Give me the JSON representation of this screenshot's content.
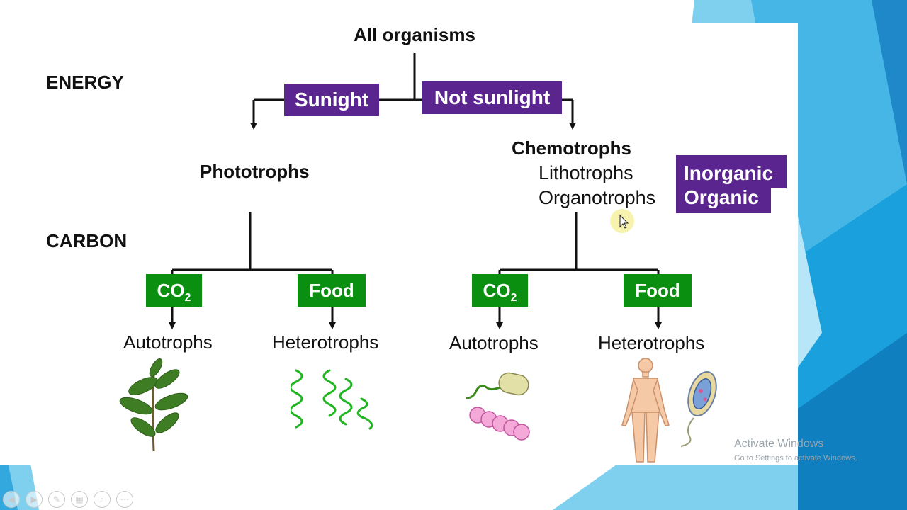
{
  "title": "All organisms",
  "rows": {
    "energy": "ENERGY",
    "carbon": "CARBON"
  },
  "energy_sources": {
    "sunlight": "Sunight",
    "not_sunlight": "Not sunlight"
  },
  "groups": {
    "phototrophs": "Phototrophs",
    "chemotrophs": "Chemotrophs",
    "lithotrophs": "Lithotrophs",
    "organotrophs": "Organotrophs",
    "inorganic": "Inorganic",
    "organic": "Organic"
  },
  "carbon_sources": {
    "co2": {
      "base": "CO",
      "sub": "2"
    },
    "food": "Food"
  },
  "results": {
    "autotrophs": "Autotrophs",
    "heterotrophs": "Heterotrophs"
  },
  "watermark": {
    "title": "Activate Windows",
    "subtitle": "Go to Settings to activate Windows."
  },
  "colors": {
    "purple": "#5b2590",
    "green": "#0a8f10",
    "blue_accent": "#1f9fd9"
  },
  "toolbar_icons": [
    "prev-icon",
    "next-icon",
    "pen-icon",
    "slides-icon",
    "zoom-icon",
    "more-icon"
  ]
}
